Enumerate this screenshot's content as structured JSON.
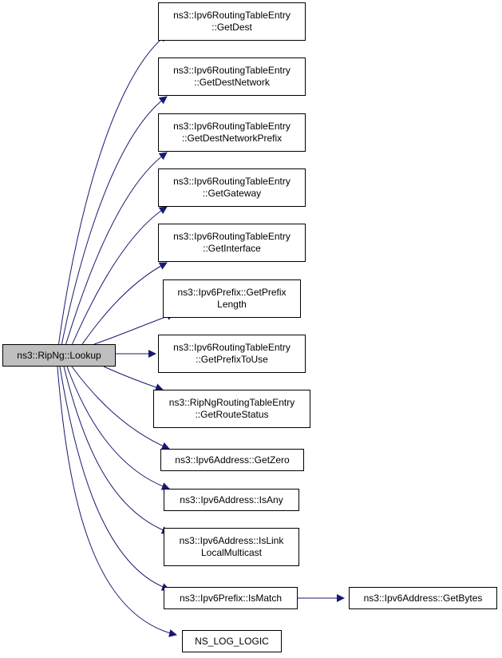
{
  "colors": {
    "edge": "#191970",
    "root_fill": "#bfbfbf",
    "node_fill": "#ffffff",
    "border": "#000000"
  },
  "nodes": {
    "root": {
      "label": "ns3::RipNg::Lookup"
    },
    "get_dest": {
      "line1": "ns3::Ipv6RoutingTableEntry",
      "line2": "::GetDest"
    },
    "get_dest_network": {
      "line1": "ns3::Ipv6RoutingTableEntry",
      "line2": "::GetDestNetwork"
    },
    "get_dest_network_prefix": {
      "line1": "ns3::Ipv6RoutingTableEntry",
      "line2": "::GetDestNetworkPrefix"
    },
    "get_gateway": {
      "line1": "ns3::Ipv6RoutingTableEntry",
      "line2": "::GetGateway"
    },
    "get_interface": {
      "line1": "ns3::Ipv6RoutingTableEntry",
      "line2": "::GetInterface"
    },
    "get_prefix_length": {
      "line1": "ns3::Ipv6Prefix::GetPrefix",
      "line2": "Length"
    },
    "get_prefix_to_use": {
      "line1": "ns3::Ipv6RoutingTableEntry",
      "line2": "::GetPrefixToUse"
    },
    "get_route_status": {
      "line1": "ns3::RipNgRoutingTableEntry",
      "line2": "::GetRouteStatus"
    },
    "get_zero": {
      "label": "ns3::Ipv6Address::GetZero"
    },
    "is_any": {
      "label": "ns3::Ipv6Address::IsAny"
    },
    "is_link_local_multicast": {
      "line1": "ns3::Ipv6Address::IsLink",
      "line2": "LocalMulticast"
    },
    "is_match": {
      "label": "ns3::Ipv6Prefix::IsMatch"
    },
    "get_bytes": {
      "label": "ns3::Ipv6Address::GetBytes"
    },
    "ns_log_logic": {
      "label": "NS_LOG_LOGIC"
    }
  }
}
